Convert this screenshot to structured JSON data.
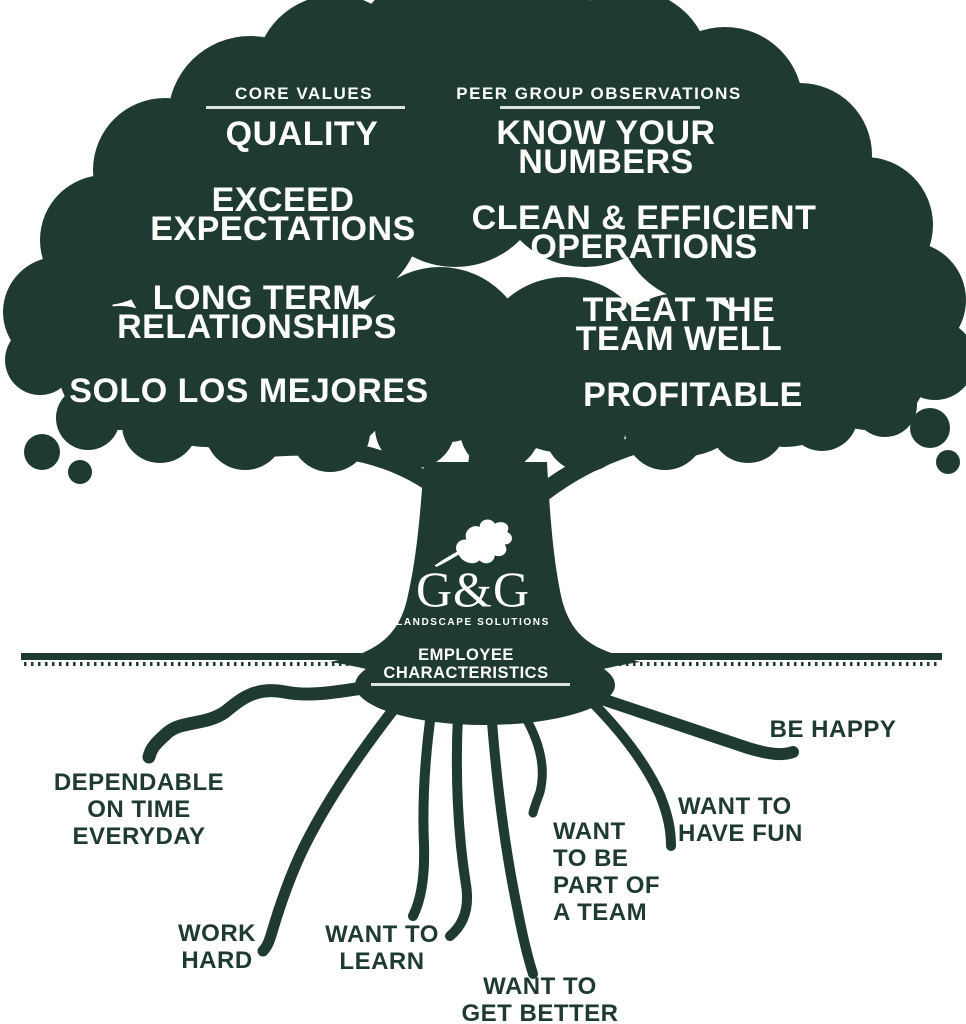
{
  "colors": {
    "tree_green": "#1e3a32",
    "text_white": "#fdfdfa",
    "rule_white": "#dce3de",
    "background": "#ffffff"
  },
  "canopy": {
    "core_values": {
      "header": "CORE VALUES",
      "items": [
        {
          "text": "QUALITY",
          "lines": [
            "QUALITY"
          ]
        },
        {
          "text": "EXCEED EXPECTATIONS",
          "lines": [
            "EXCEED",
            "EXPECTATIONS"
          ]
        },
        {
          "text": "LONG TERM RELATIONSHIPS",
          "lines": [
            "LONG TERM",
            "RELATIONSHIPS"
          ]
        },
        {
          "text": "SOLO LOS MEJORES",
          "lines": [
            "SOLO LOS MEJORES"
          ]
        }
      ]
    },
    "peer_group": {
      "header": "PEER GROUP OBSERVATIONS",
      "items": [
        {
          "text": "KNOW YOUR NUMBERS",
          "lines": [
            "KNOW YOUR",
            "NUMBERS"
          ]
        },
        {
          "text": "CLEAN & EFFICIENT OPERATIONS",
          "lines": [
            "CLEAN & EFFICIENT",
            "OPERATIONS"
          ]
        },
        {
          "text": "TREAT THE TEAM WELL",
          "lines": [
            "TREAT THE",
            "TEAM WELL"
          ]
        },
        {
          "text": "PROFITABLE",
          "lines": [
            "PROFITABLE"
          ]
        }
      ]
    }
  },
  "trunk_logo": {
    "name": "G&G",
    "tagline": "LANDSCAPE SOLUTIONS",
    "icon": "oak-leaf-icon"
  },
  "ground": {
    "header": "EMPLOYEE CHARACTERISTICS",
    "header_lines": [
      "EMPLOYEE",
      "CHARACTERISTICS"
    ]
  },
  "roots": {
    "items": [
      {
        "text": "BE HAPPY",
        "lines": [
          "BE HAPPY"
        ]
      },
      {
        "text": "DEPENDABLE ON TIME EVERYDAY",
        "lines": [
          "DEPENDABLE",
          "ON TIME",
          "EVERYDAY"
        ]
      },
      {
        "text": "WANT TO HAVE FUN",
        "lines": [
          "WANT TO",
          "HAVE FUN"
        ]
      },
      {
        "text": "WANT TO BE PART OF A TEAM",
        "lines": [
          "WANT",
          "TO BE",
          "PART OF",
          "A TEAM"
        ]
      },
      {
        "text": "WORK HARD",
        "lines": [
          "WORK",
          "HARD"
        ]
      },
      {
        "text": "WANT TO LEARN",
        "lines": [
          "WANT TO",
          "LEARN"
        ]
      },
      {
        "text": "WANT TO GET BETTER",
        "lines": [
          "WANT TO",
          "GET BETTER"
        ]
      }
    ]
  }
}
